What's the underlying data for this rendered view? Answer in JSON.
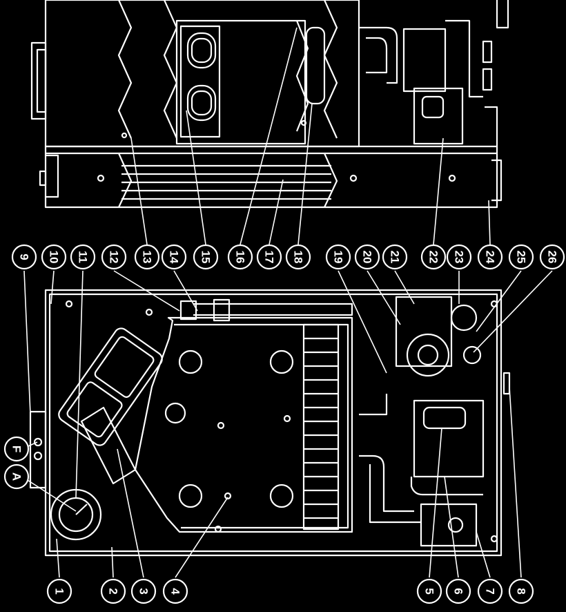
{
  "diagram": {
    "callouts_top": [
      "9",
      "10",
      "11",
      "12",
      "14",
      "15",
      "16",
      "17",
      "18",
      "19",
      "20",
      "21",
      "22",
      "23",
      "24",
      "25",
      "26"
    ],
    "callouts_bottom": [
      "1",
      "2",
      "3",
      "4",
      "5",
      "6",
      "7",
      "8"
    ],
    "callouts_left": [
      "F",
      "A"
    ],
    "callout_13": "13"
  },
  "colors": {
    "background": "#000000",
    "line": "#ffffff"
  }
}
